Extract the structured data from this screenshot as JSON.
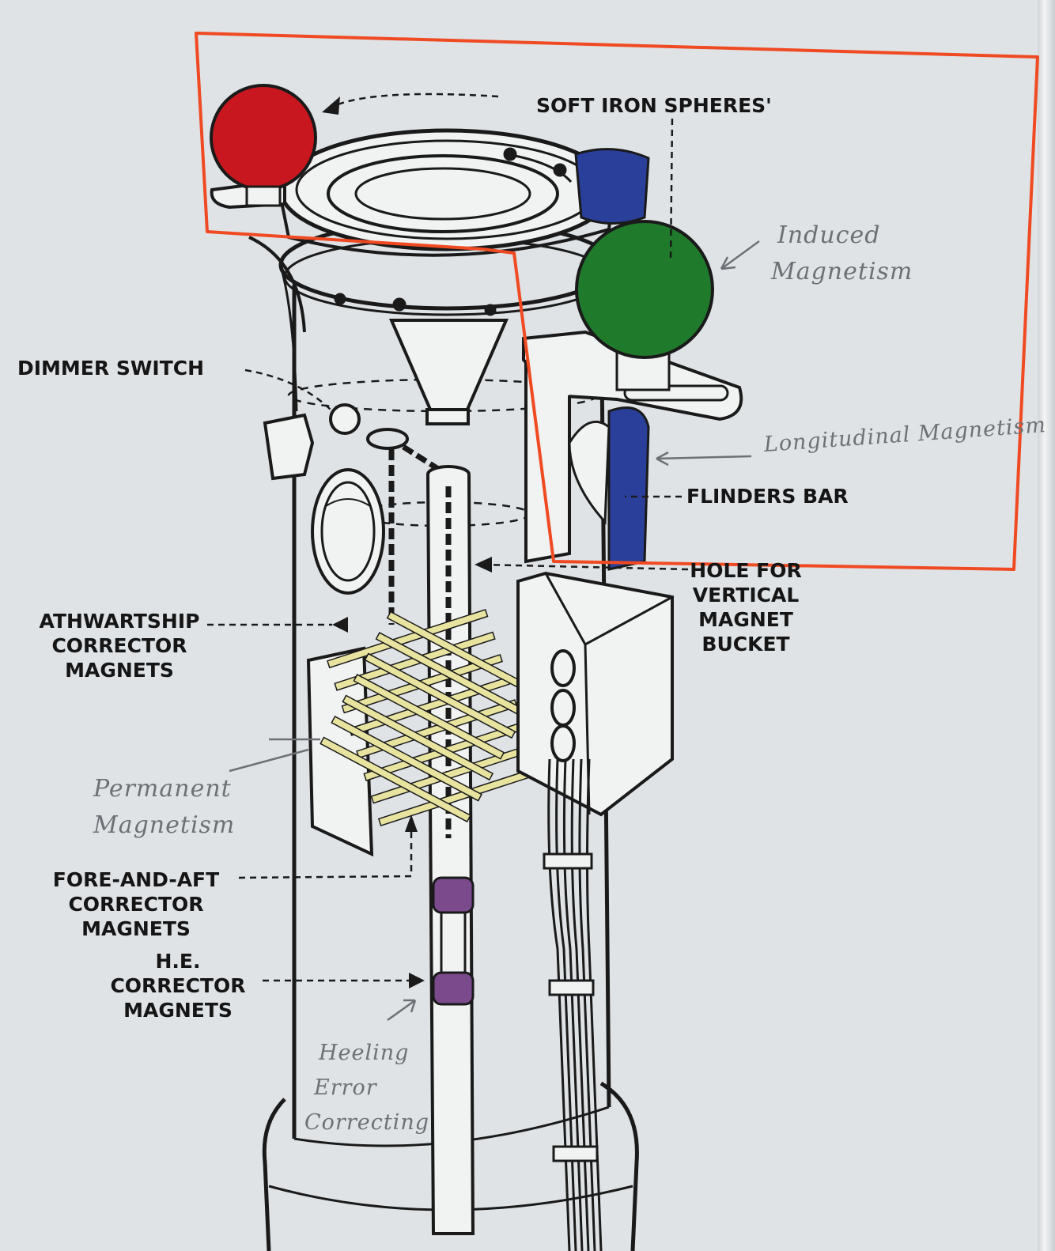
{
  "labels": {
    "soft_iron_spheres": "SOFT IRON SPHERES'",
    "dimmer_switch": "DIMMER SWITCH",
    "flinders_bar": "FLINDERS BAR",
    "hole_for_vertical_magnet_bucket": [
      "HOLE FOR",
      "VERTICAL",
      "MAGNET",
      "BUCKET"
    ],
    "athwartship_corrector_magnets": [
      "ATHWARTSHIP",
      "CORRECTOR",
      "MAGNETS"
    ],
    "fore_and_aft_corrector_magnets": [
      "FORE-AND-AFT",
      "CORRECTOR",
      "MAGNETS"
    ],
    "he_corrector_magnets": [
      "H.E.",
      "CORRECTOR",
      "MAGNETS"
    ]
  },
  "annotations": {
    "induced_magnetism": [
      "Induced",
      "Magnetism"
    ],
    "longitudinal_magnetism": "Longitudinal Magnetism",
    "permanent_magnetism": [
      "Permanent",
      "Magnetism"
    ],
    "heeling_error_correcting": [
      "Heeling",
      "Error",
      "Correcting"
    ]
  },
  "colors": {
    "soft_iron_sphere_port": "#c8171f",
    "soft_iron_sphere_starboard": "#1f7a2b",
    "flinders_bar": "#2a3f9a",
    "corrector_magnets": "#e8e4a0",
    "he_corrector_magnets": "#7a4a8c",
    "highlight_box": "#f04a23"
  }
}
